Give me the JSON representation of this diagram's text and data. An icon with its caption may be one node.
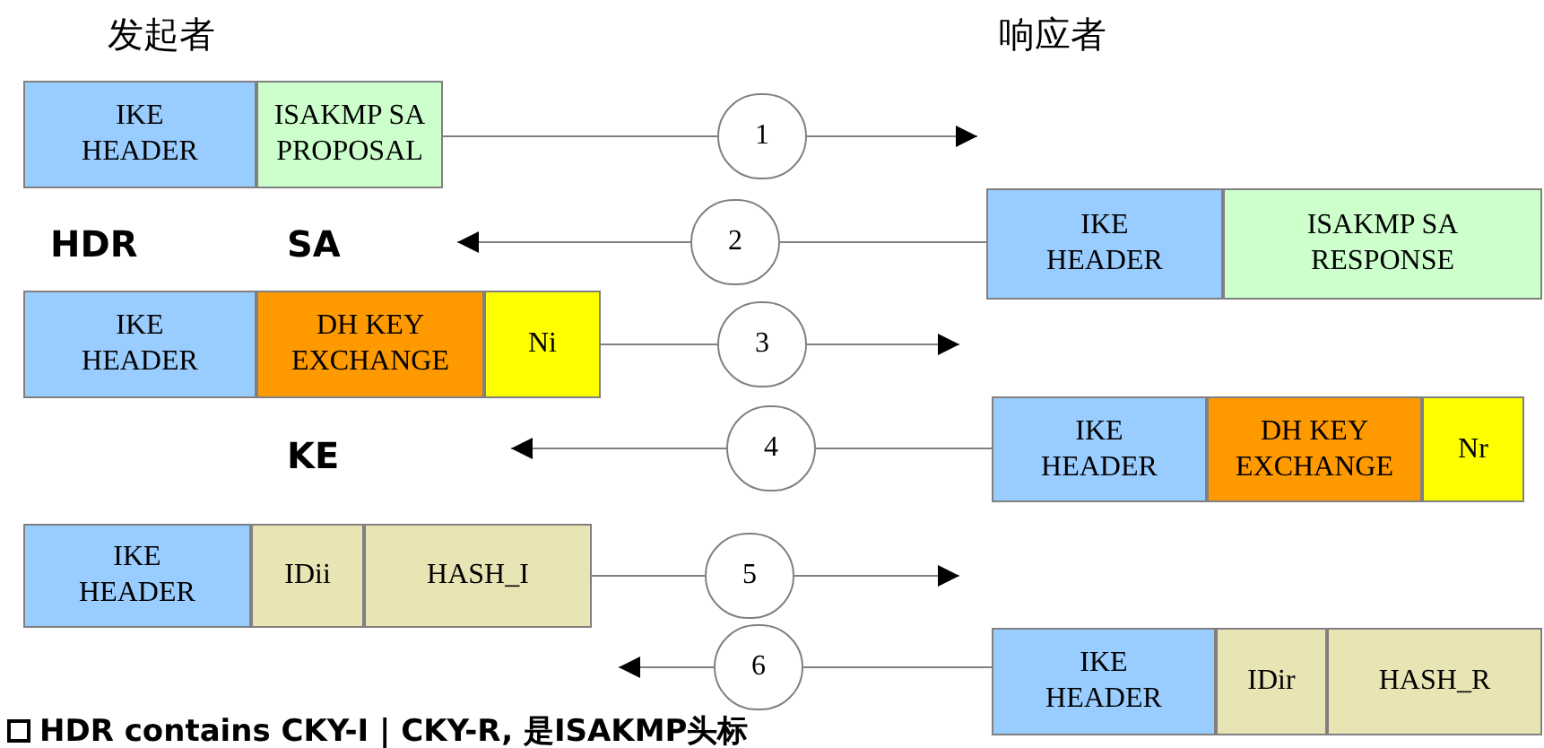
{
  "diagram": {
    "nodes": [
      {
        "text": [
          "IKE HEADER"
        ]
      },
      {
        "text": [
          "ISAKMP SA PROPOSAL"
        ]
      },
      {
        "text": [
          "1"
        ]
      },
      {
        "text": [
          "IKE HEADER"
        ]
      },
      {
        "text": [
          "ISAKMP SA RESPONSE"
        ]
      },
      {
        "text": [
          "2"
        ]
      },
      {
        "text": [
          "IKE HEADER"
        ]
      },
      {
        "text": [
          "DH KEY EXCHANGE"
        ]
      },
      {
        "text": [
          "Ni"
        ]
      },
      {
        "text": [
          "3"
        ]
      },
      {
        "text": [
          "IKE HEADER"
        ]
      },
      {
        "text": [
          "DH KEY EXCHANGE"
        ]
      },
      {
        "text": [
          "Nr"
        ]
      },
      {
        "text": [
          "4"
        ]
      },
      {
        "text": [
          "IKE HEADER"
        ]
      },
      {
        "text": [
          "IDii"
        ]
      },
      {
        "text": [
          "HASH_I"
        ]
      },
      {
        "text": [
          "5"
        ]
      },
      {
        "text": [
          "IKE HEADER"
        ]
      },
      {
        "text": [
          "IDir"
        ]
      },
      {
        "text": [
          "HASH_R"
        ]
      },
      {
        "text": [
          "6"
        ]
      }
    ],
    "edges": [
      {
        "from": 1,
        "to": 2,
        "arrow": "none"
      },
      {
        "from": 2,
        "to": null,
        "arrow": "to"
      },
      {
        "from": 3,
        "to": 5,
        "arrow": "none"
      },
      {
        "from": 5,
        "to": null,
        "arrow": "to"
      },
      {
        "from": 8,
        "to": 9,
        "arrow": "none"
      },
      {
        "from": 9,
        "to": null,
        "arrow": "to"
      },
      {
        "from": 10,
        "to": 13,
        "arrow": "none"
      },
      {
        "from": 13,
        "to": null,
        "arrow": "to"
      },
      {
        "from": 16,
        "to": 17,
        "arrow": "none"
      },
      {
        "from": 17,
        "to": null,
        "arrow": "to"
      },
      {
        "from": 18,
        "to": 21,
        "arrow": "none"
      },
      {
        "from": 21,
        "to": null,
        "arrow": "to"
      }
    ],
    "labels": [
      "发起者",
      "响应者",
      "HDR",
      "SA",
      "KE",
      "HDR contains CKY-I | CKY-R, 是ISAKMP头标"
    ]
  }
}
